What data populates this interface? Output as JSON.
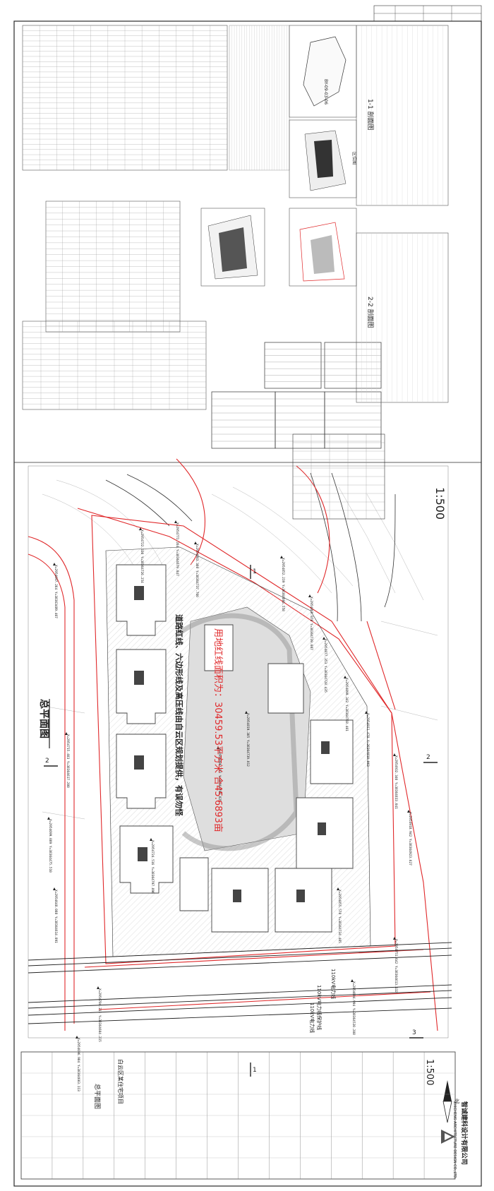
{
  "plan": {
    "title": "总平面图",
    "scale_label": "1:500",
    "scale_label_left": "1:500",
    "land_area_note": "用地红线面积为：30459.53平方米 合45.6893亩",
    "boundary_note": "道路红线、六边形线及高压线由自云区规划提供，有误勿怪",
    "north_label": "北",
    "section_marks": [
      "1",
      "1",
      "2",
      "2",
      "3"
    ],
    "power_line_labels": [
      "110kV电力线",
      "110kV电力线保护线",
      "110kV电力线"
    ]
  },
  "coordinates": [
    "X=2954697.264 Y=38363489.407",
    "X=2954771.264 Y=38364679.847",
    "X=2954803.360 Y=38364737.760",
    "X=2954852.219 Y=38364806.558",
    "X=2954865.076 Y=38364739.087",
    "X=2954877.353 Y=38364728.435",
    "X=2954899.342 Y=38364768.401",
    "X=2954911.478 Y=38364818.063",
    "X=2954932.340 Y=38364833.041",
    "X=2954918.942 Y=38364923.627",
    "X=2954722.330 Y=38364726.254",
    "X=2954724.516 Y=38364797.896",
    "X=2954800.781 Y=38364790.825",
    "X=2954819.305 Y=38364739.012",
    "X=2954855.578 Y=38364734.405",
    "X=2954715.403 Y=38364617.200",
    "X=2954648.088 Y=38364614.891",
    "X=2954696.904 Y=38364603.113",
    "X=2954704.211 Y=38364604.215",
    "X=2954699.089 Y=38364475.510",
    "X=2954694.994 Y=38364520.208",
    "X=2954751.642 Y=38364613.132"
  ],
  "sections": [
    {
      "label": "1-1 剖面图"
    },
    {
      "label": "2-2 剖面图"
    }
  ],
  "small_maps": [
    {
      "label": "BY-09-03-06"
    },
    {
      "label": "区位图"
    }
  ],
  "title_block": {
    "company_cn": "智诚建科设计有限公司",
    "company_en": "ZHICHENG ARCHITECTURE DESIGN CO.,LTD.",
    "drawing_name": "总平面图",
    "project_name": "白云区某住宅项目"
  },
  "colors": {
    "red_line": "#e0282a",
    "line": "#2a2a2a",
    "grid_line": "#9a9a9a",
    "hatch": "#bdbdbd",
    "plaza": "#dcdcdc",
    "building": "#444444"
  }
}
